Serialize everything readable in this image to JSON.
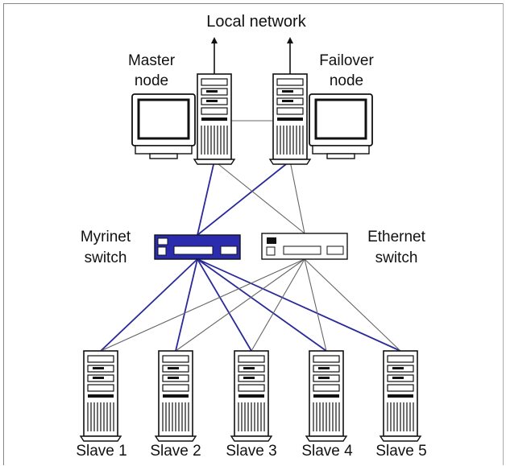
{
  "title": "Local network",
  "nodes": {
    "master_line1": "Master",
    "master_line2": "node",
    "failover_line1": "Failover",
    "failover_line2": "node"
  },
  "switches": {
    "myrinet_line1": "Myrinet",
    "myrinet_line2": "switch",
    "ethernet_line1": "Ethernet",
    "ethernet_line2": "switch"
  },
  "slaves": [
    "Slave 1",
    "Slave 2",
    "Slave 3",
    "Slave 4",
    "Slave 5"
  ],
  "colors": {
    "myrinet_link": "#2a2a9a",
    "ethernet_link": "#555555",
    "myrinet_switch": "#2b2bb0"
  }
}
